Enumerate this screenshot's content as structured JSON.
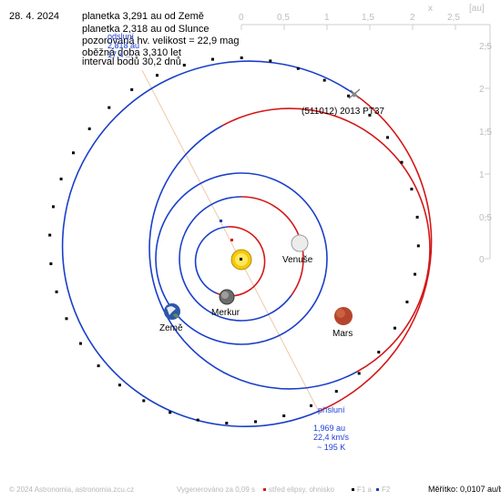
{
  "header": {
    "date": "28. 4. 2024",
    "lines": [
      "planetka 3,291 au od Země",
      "planetka 2,318 au od Slunce",
      "pozorovaná hv. velikost = 22,9 mag",
      "oběžná doba 3,310 let",
      "interval bodů 30,2 dnů"
    ],
    "aphelion_label": [
      "odsluní",
      "2,818 au",
      "17,4 ..."
    ]
  },
  "perihelion": {
    "lines": [
      "přísluní",
      "1,969 au",
      "22,4 km/s",
      "~ 195 K"
    ]
  },
  "bodies": {
    "venus": "Venuše",
    "mercury": "Merkur",
    "earth": "Země",
    "mars": "Mars",
    "asteroid": "(511012) 2013 PT37"
  },
  "axis": {
    "x_ticks": [
      "0",
      "0,5",
      "1",
      "1,5",
      "2",
      "2,5"
    ],
    "x_label": "x",
    "unit": "[au]",
    "y_ticks": [
      "2,5",
      "2",
      "1,5",
      "1",
      "0,5",
      "0"
    ]
  },
  "footer": {
    "copyright": "© 2024 Astronomia, astronomia.zcu.cz",
    "generated": "Vygenerováno za 0,09 s",
    "legend_center": "střed elipsy, ohnisko",
    "legend_f1": "F1 a",
    "legend_f2": "F2",
    "scale": "Měřítko: 0,0107 au/bod"
  },
  "colors": {
    "orbit_blue": "#1a3fc9",
    "orbit_red": "#d31818",
    "apsis_line": "#f2c9a8",
    "sun": "#f5c800"
  }
}
